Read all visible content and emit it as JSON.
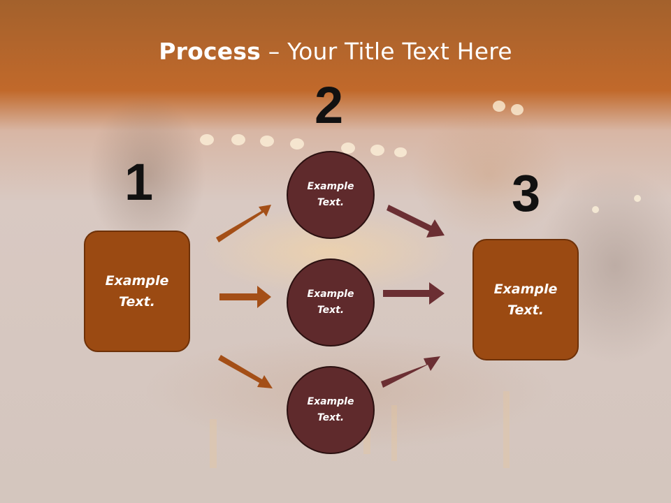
{
  "title": {
    "bold": "Process",
    "rest": " – Your Title Text Here"
  },
  "steps": [
    {
      "number": "1",
      "box_text": "Example\nText."
    },
    {
      "number": "2",
      "circles": [
        "Example\nText.",
        "Example\nText.",
        "Example\nText."
      ]
    },
    {
      "number": "3",
      "box_text": "Example\nText."
    }
  ],
  "colors": {
    "header_orange": "#c1692b",
    "box_fill": "#9b4a12",
    "circle_fill": "#5f2a2c",
    "arrow_left": "#a44f17",
    "arrow_right": "#6b2f33"
  }
}
